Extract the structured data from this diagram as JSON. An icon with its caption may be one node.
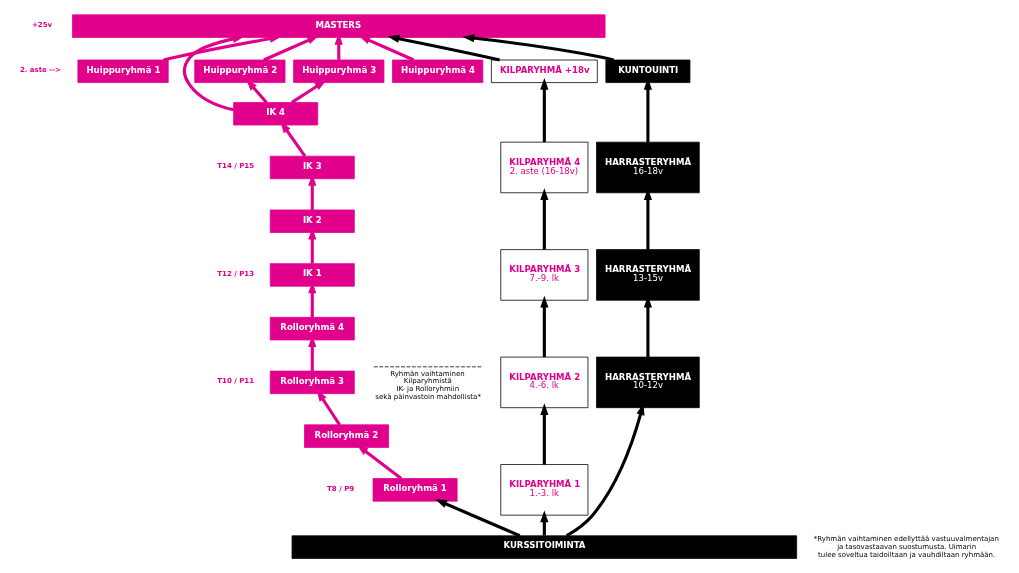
{
  "diagram": {
    "nodes": [
      {
        "text": [
          "MASTERS"
        ]
      },
      {
        "text": [
          "Huippuryhmä 1"
        ]
      },
      {
        "text": [
          "Huippuryhmä 2"
        ]
      },
      {
        "text": [
          "Huippuryhmä 3"
        ]
      },
      {
        "text": [
          "Huippuryhmä 4"
        ]
      },
      {
        "text": [
          "KILPARYHMÄ +18v"
        ]
      },
      {
        "text": [
          "KUNTOUINTI"
        ]
      },
      {
        "text": [
          "IK 4"
        ]
      },
      {
        "text": [
          "KILPARYHMÄ 4",
          "2. aste (16-18v)"
        ]
      },
      {
        "text": [
          "HARRASTERYHMÄ",
          "16-18v"
        ]
      },
      {
        "text": [
          "IK 3"
        ]
      },
      {
        "text": [
          "IK 2"
        ]
      },
      {
        "text": [
          "KILPARYHMÄ 3",
          "7.-9. lk"
        ]
      },
      {
        "text": [
          "HARRASTERYHMÄ",
          "13-15v"
        ]
      },
      {
        "text": [
          "IK 1"
        ]
      },
      {
        "text": [
          "Rolloryhmä 4"
        ]
      },
      {
        "text": [
          "KILPARYHMÄ 2",
          "4.-6. lk"
        ]
      },
      {
        "text": [
          "HARRASTERYHMÄ",
          "10-12v"
        ]
      },
      {
        "text": [
          "Rolloryhmä 3"
        ]
      },
      {
        "text": [
          "Rolloryhmä 2"
        ]
      },
      {
        "text": [
          "KILPARYHMÄ 1",
          "1.-3. lk"
        ]
      },
      {
        "text": [
          "Rolloryhmä 1"
        ]
      },
      {
        "text": [
          "KURSSITOIMINTA"
        ]
      }
    ],
    "edges": [
      {
        "from": 1,
        "to": 0,
        "arrow": "to"
      },
      {
        "from": 2,
        "to": 0,
        "arrow": "to"
      },
      {
        "from": 3,
        "to": 0,
        "arrow": "to"
      },
      {
        "from": 4,
        "to": 0,
        "arrow": "to"
      },
      {
        "from": 7,
        "to": 2,
        "arrow": "to"
      },
      {
        "from": 7,
        "to": 0,
        "arrow": "to"
      },
      {
        "from": 7,
        "to": 3,
        "arrow": "to"
      },
      {
        "from": 10,
        "to": 7,
        "arrow": "to"
      },
      {
        "from": 11,
        "to": 10,
        "arrow": "to"
      },
      {
        "from": 14,
        "to": 11,
        "arrow": "to"
      },
      {
        "from": 15,
        "to": 14,
        "arrow": "to"
      },
      {
        "from": 18,
        "to": 15,
        "arrow": "to"
      },
      {
        "from": 19,
        "to": 18,
        "arrow": "to"
      },
      {
        "from": 21,
        "to": 19,
        "arrow": "to"
      },
      {
        "from": 22,
        "to": 21,
        "arrow": "to",
        "color": "#000000"
      },
      {
        "from": 22,
        "to": 20,
        "arrow": "to",
        "color": "#000000"
      },
      {
        "from": 20,
        "to": 16,
        "arrow": "to",
        "color": "#000000"
      },
      {
        "from": 16,
        "to": 12,
        "arrow": "to",
        "color": "#000000"
      },
      {
        "from": 12,
        "to": 8,
        "arrow": "to",
        "color": "#000000"
      },
      {
        "from": 8,
        "to": 5,
        "arrow": "to",
        "color": "#000000"
      },
      {
        "from": 5,
        "to": 0,
        "arrow": "to",
        "color": "#000000"
      },
      {
        "from": 22,
        "to": 17,
        "arrow": "to",
        "color": "#000000"
      },
      {
        "from": 17,
        "to": 13,
        "arrow": "to",
        "color": "#000000"
      },
      {
        "from": 13,
        "to": 9,
        "arrow": "to",
        "color": "#000000"
      },
      {
        "from": 9,
        "to": 6,
        "arrow": "to",
        "color": "#000000"
      },
      {
        "from": 6,
        "to": 0,
        "arrow": "to",
        "color": "#000000"
      }
    ],
    "labels": [
      "+25v",
      "2. aste -->",
      "T14 / P15",
      "T12 / P13",
      "Ryhmän vaihtaminen Kilparyhmistä IK- ja Rolloryhmiin sekä päinvastoin mahdollista*",
      "T10 / P11",
      "T8 / P9",
      "*Ryhmän vaihtaminen edellyttää vastuuvalmentajan ja tasovastaavan suostumusta. Uimarin tulee soveltua taidoiltaan ja vauhdiltaan ryhmään."
    ]
  }
}
